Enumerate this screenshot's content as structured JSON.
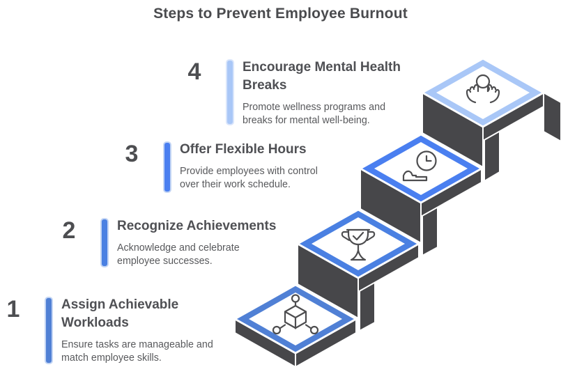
{
  "page": {
    "title": "Steps to Prevent Employee Burnout",
    "background": "#ffffff"
  },
  "colors": {
    "dark_face": "#47474a",
    "edge_white": "#ffffff",
    "icon_stroke": "#4d4d4f",
    "title_text": "#4a4b4e",
    "step_number": "#4d4e51",
    "step_title": "#4f5054",
    "step_desc": "#58595c"
  },
  "steps": [
    {
      "number": "1",
      "title": "Assign Achievable\nWorkloads",
      "description": "Ensure tasks are manageable and\nmatch employee skills.",
      "accent": "#5080d5",
      "bar_outline": "#c3d5f4",
      "icon": "cube-network-icon"
    },
    {
      "number": "2",
      "title": "Recognize Achievements",
      "description": "Acknowledge and celebrate\nemployee successes.",
      "accent": "#4a80e2",
      "bar_outline": "#c3d5f4",
      "icon": "trophy-check-icon"
    },
    {
      "number": "3",
      "title": "Offer Flexible Hours",
      "description": "Provide employees with control\nover their work schedule.",
      "accent": "#4a7ff0",
      "bar_outline": "#c3d5f4",
      "icon": "clock-hand-icon"
    },
    {
      "number": "4",
      "title": "Encourage Mental Health\nBreaks",
      "description": "Promote wellness programs and\nbreaks for mental well-being.",
      "accent": "#a9c7f7",
      "bar_outline": "#d9e5fb",
      "icon": "hands-care-icon"
    }
  ]
}
